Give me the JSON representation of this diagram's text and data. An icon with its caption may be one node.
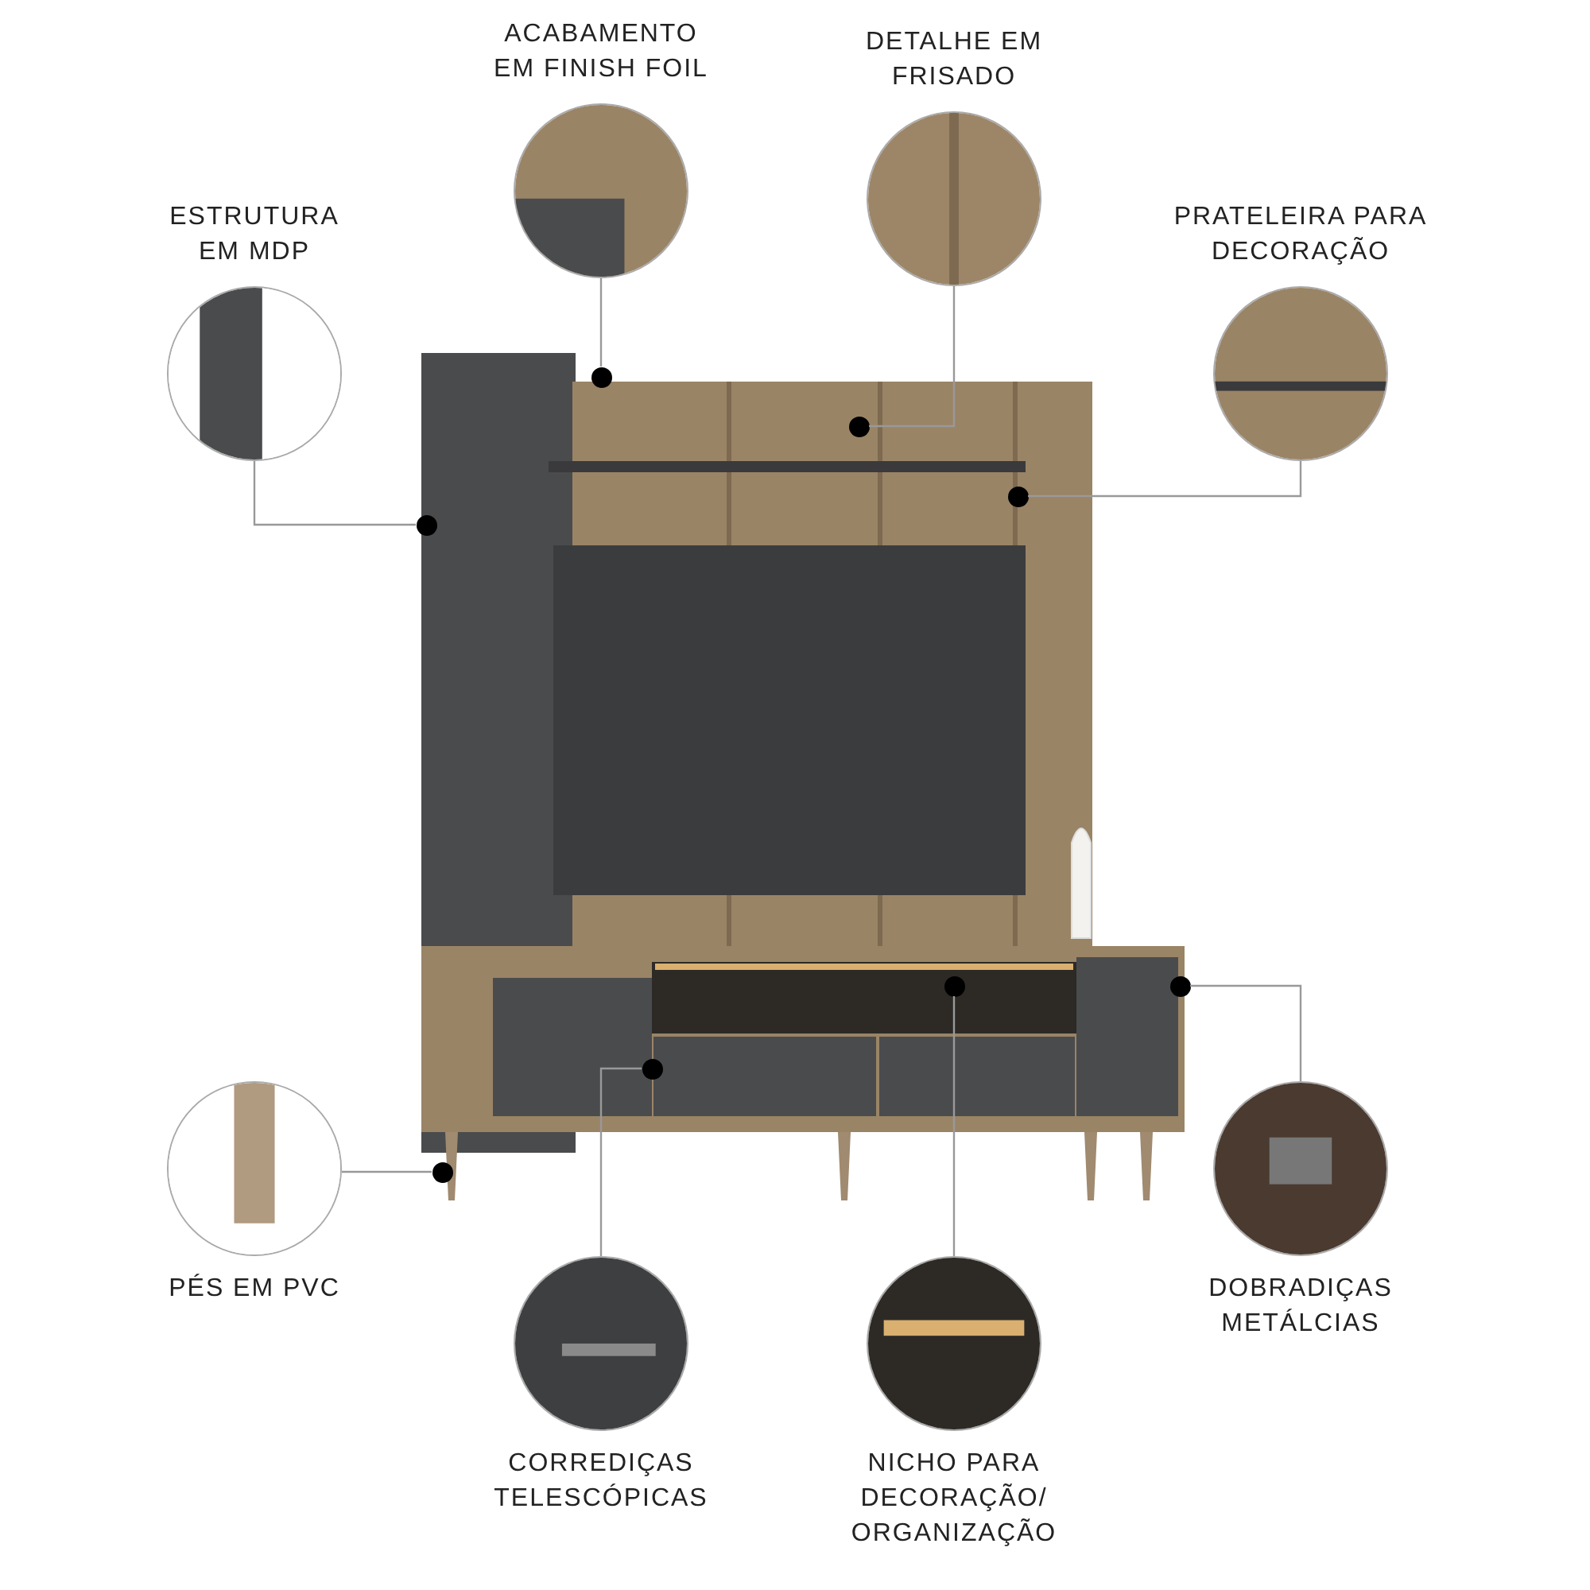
{
  "diagram": {
    "nodes": [
      {
        "text": [
          "ACABAMENTO EM FINISH FOIL"
        ]
      },
      {
        "text": [
          "DETALHE EM FRISADO"
        ]
      },
      {
        "text": [
          "ESTRUTURA EM MDP"
        ]
      },
      {
        "text": [
          "PRATELEIRA PARA DECORAÇÃO"
        ]
      },
      {
        "text": [],
        "shape": "picture"
      },
      {
        "text": [],
        "shape": "circle",
        "in": 4
      },
      {
        "text": [],
        "shape": "circle",
        "in": 4
      },
      {
        "text": [],
        "shape": "circle",
        "in": 4
      },
      {
        "text": [],
        "shape": "circle",
        "in": 4
      },
      {
        "text": [],
        "shape": "circle",
        "in": 4
      },
      {
        "text": [],
        "shape": "circle",
        "in": 4
      },
      {
        "text": [],
        "shape": "circle",
        "in": 4
      },
      {
        "text": [],
        "shape": "circle",
        "in": 4
      },
      {
        "text": [
          "PÉS EM PVC"
        ]
      },
      {
        "text": [
          "DOBRADIÇAS METÁLCIAS"
        ]
      },
      {
        "text": [
          "CORREDIÇAS TELESCÓPICAS"
        ]
      },
      {
        "text": [
          "NICHO PARA DECORAÇÃO/ ORGANIZAÇÃO"
        ]
      }
    ],
    "edges": [
      {
        "from": 0,
        "to": 5,
        "arrow": "none"
      },
      {
        "from": 1,
        "to": 6,
        "arrow": "none"
      },
      {
        "from": 2,
        "to": 8,
        "arrow": "none"
      },
      {
        "from": 3,
        "to": 7,
        "arrow": "none"
      },
      {
        "from": 13,
        "to": 12,
        "arrow": "none"
      },
      {
        "from": 14,
        "to": 10,
        "arrow": "none"
      },
      {
        "from": 15,
        "to": 11,
        "arrow": "none"
      },
      {
        "from": 16,
        "to": 9,
        "arrow": "none"
      }
    ]
  }
}
